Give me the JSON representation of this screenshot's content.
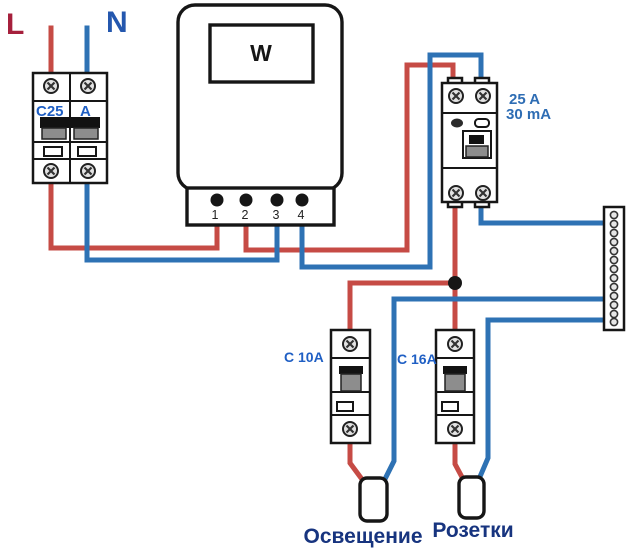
{
  "labels": {
    "phase": "L",
    "neutral": "N"
  },
  "main_breaker": {
    "rating": "C25",
    "unit": "A"
  },
  "meter": {
    "display": "W",
    "terminals": [
      "1",
      "2",
      "3",
      "4"
    ]
  },
  "rcd": {
    "current": "25 A",
    "sensitivity": "30 mA"
  },
  "lighting_breaker": {
    "label": "C 10A"
  },
  "sockets_breaker": {
    "label": "C 16A"
  },
  "loads": {
    "lighting": "Освещение",
    "sockets": "Розетки"
  },
  "colors": {
    "phase_wire": "#c64b45",
    "neutral_wire": "#2e72b4",
    "phase_label": "#a6203c",
    "neutral_label": "#2457ae",
    "device_label": "#1f5fc4",
    "rcd_label": "#2e6db4",
    "load_label": "#17347f",
    "outline": "#161616"
  }
}
